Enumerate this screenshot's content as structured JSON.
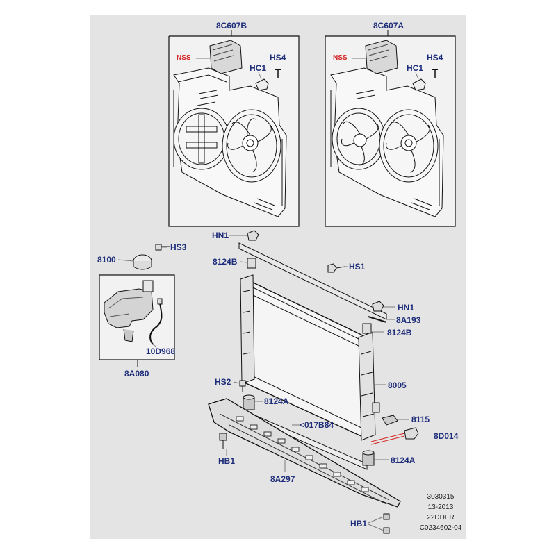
{
  "colors": {
    "background_panel": "#e4e4e4",
    "label_text": "#1e2d7a",
    "nss_text": "#d42020",
    "line": "#111111",
    "leader": "#7a7a7a"
  },
  "fan_assembly_left": {
    "part": "8C607B",
    "nss": "NSS",
    "callouts": [
      "HS4",
      "HC1"
    ]
  },
  "fan_assembly_right": {
    "part": "8C607A",
    "nss": "NSS",
    "callouts": [
      "HS4",
      "HC1"
    ]
  },
  "reservoir": {
    "cap": "8100",
    "bolt": "HS3",
    "hose": "10D968",
    "tank": "8A080"
  },
  "radiator_labels": {
    "hn1_top": "HN1",
    "insulator_top": "8124B",
    "hs1": "HS1",
    "hn1_right": "HN1",
    "seal": "8A193",
    "insulator_right": "8124B",
    "hs2": "HS2",
    "mount_left": "8124A",
    "radiator": "8005",
    "seal_strip": "<017B84",
    "sensor": "8115",
    "drain_plug": "8D014",
    "hb1_left": "HB1",
    "mount_bottom": "8124A",
    "deflector": "8A297",
    "hb1_right": "HB1"
  },
  "stamp": {
    "line1": "3030315",
    "line2": "13-2013",
    "line3": "22DDER",
    "line4": "C0234602-04"
  }
}
